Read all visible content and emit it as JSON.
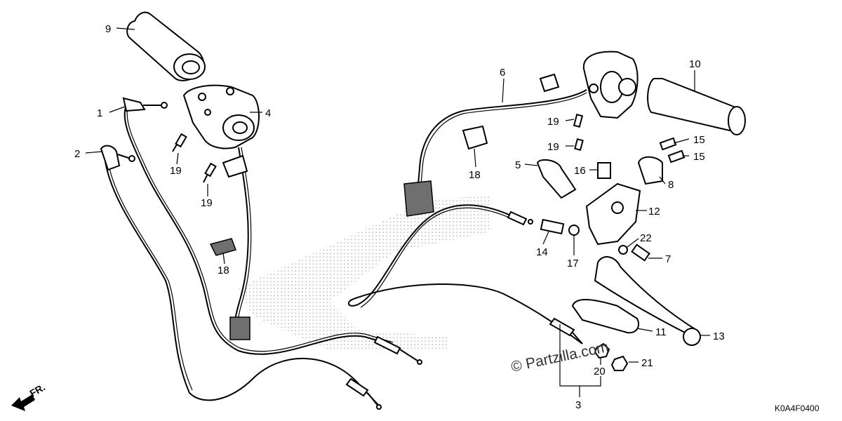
{
  "diagram": {
    "diagram_code": "K0A4F0400",
    "watermark": "© Partzilla.com",
    "front_arrow_label": "FR.",
    "callouts": [
      {
        "id": "c9",
        "text": "9"
      },
      {
        "id": "c1",
        "text": "1"
      },
      {
        "id": "c4",
        "text": "4"
      },
      {
        "id": "c2",
        "text": "2"
      },
      {
        "id": "c19a",
        "text": "19"
      },
      {
        "id": "c19b",
        "text": "19"
      },
      {
        "id": "c18a",
        "text": "18"
      },
      {
        "id": "c6",
        "text": "6"
      },
      {
        "id": "c10",
        "text": "10"
      },
      {
        "id": "c19c",
        "text": "19"
      },
      {
        "id": "c19d",
        "text": "19"
      },
      {
        "id": "c18b",
        "text": "18"
      },
      {
        "id": "c5",
        "text": "5"
      },
      {
        "id": "c15a",
        "text": "15"
      },
      {
        "id": "c15b",
        "text": "15"
      },
      {
        "id": "c16",
        "text": "16"
      },
      {
        "id": "c8",
        "text": "8"
      },
      {
        "id": "c12",
        "text": "12"
      },
      {
        "id": "c14",
        "text": "14"
      },
      {
        "id": "c17",
        "text": "17"
      },
      {
        "id": "c22",
        "text": "22"
      },
      {
        "id": "c7",
        "text": "7"
      },
      {
        "id": "c11",
        "text": "11"
      },
      {
        "id": "c13",
        "text": "13"
      },
      {
        "id": "c21",
        "text": "21"
      },
      {
        "id": "c20",
        "text": "20"
      },
      {
        "id": "c3",
        "text": "3"
      }
    ]
  }
}
